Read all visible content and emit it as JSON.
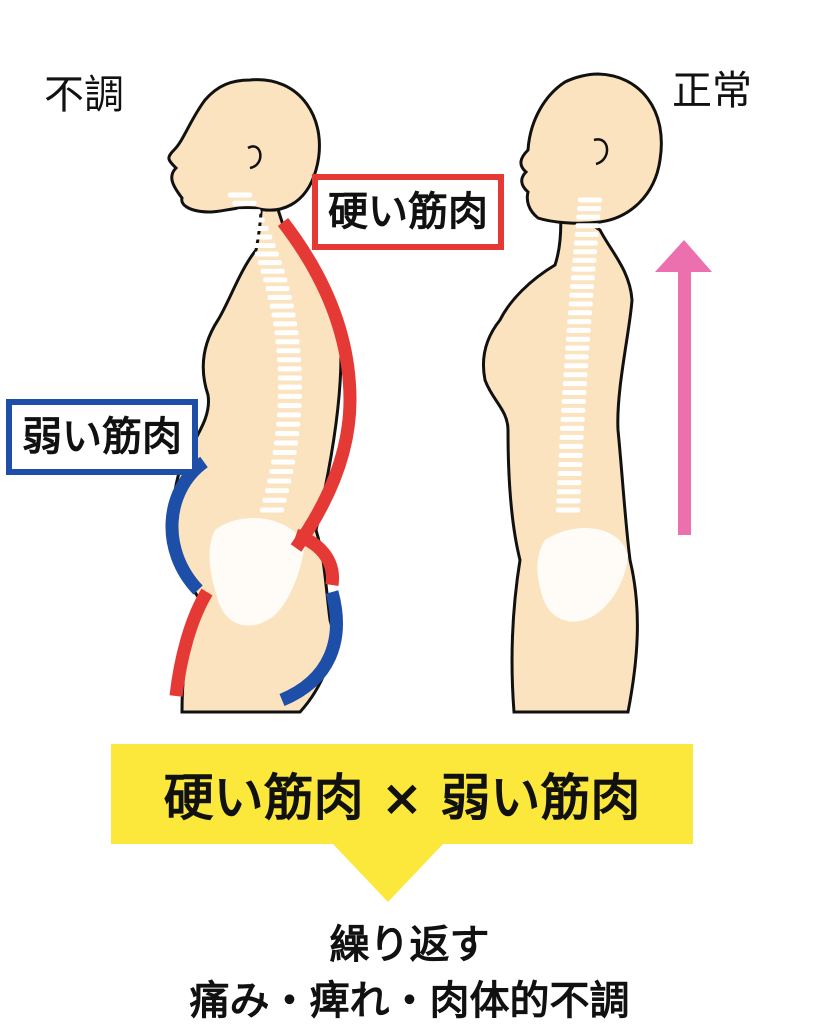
{
  "labels": {
    "abnormal": "不調",
    "normal": "正常",
    "hard_muscle": "硬い筋肉",
    "weak_muscle": "弱い筋肉"
  },
  "banner": {
    "text": "硬い筋肉 × 弱い筋肉"
  },
  "result": {
    "line1": "繰り返す",
    "line2": "痛み・痺れ・肉体的不調"
  },
  "colors": {
    "skin": "#fbe3bf",
    "bone": "#ffffff",
    "outline": "#111111",
    "hard_muscle": "#e53935",
    "weak_muscle": "#1e4fa8",
    "arrow": "#ec6fae",
    "banner": "#fbe83a"
  }
}
